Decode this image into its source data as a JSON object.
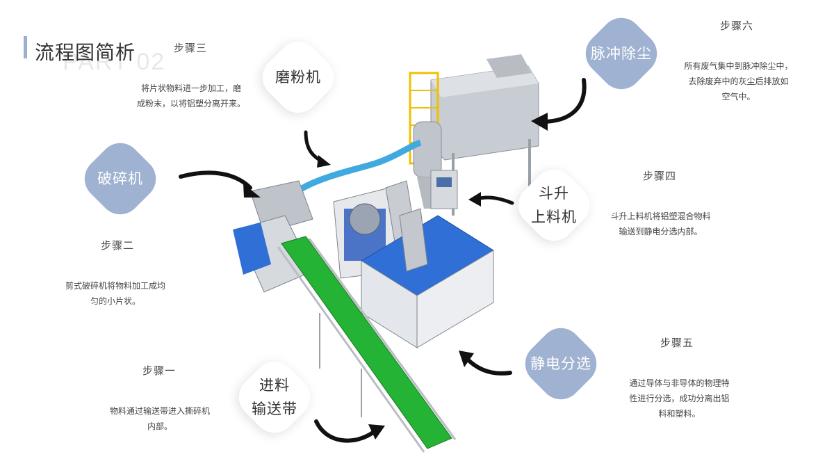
{
  "header": {
    "title": "流程图简析",
    "subtitle": "PART 02"
  },
  "steps": [
    {
      "title": "步骤一",
      "badge": "进料\n输送带",
      "desc": [
        "物料通过输送带进入撕碎机",
        "内部。"
      ]
    },
    {
      "title": "步骤二",
      "badge": "破碎机",
      "desc": [
        "剪式破碎机将物料加工成均",
        "匀的小片状。"
      ]
    },
    {
      "title": "步骤三",
      "badge": "磨粉机",
      "desc": [
        "将片状物料进一步加工，磨",
        "成粉末，以将铝塑分离开来。"
      ]
    },
    {
      "title": "步骤四",
      "badge": "斗升\n上料机",
      "desc": [
        "斗升上料机将铝塑混合物料",
        "输送到静电分选内部。"
      ]
    },
    {
      "title": "步骤五",
      "badge": "静电分选",
      "desc": [
        "通过导体与非导体的物理特",
        "性进行分选，成功分离出铝",
        "料和塑料。"
      ]
    },
    {
      "title": "步骤六",
      "badge": "脉冲除尘",
      "desc": [
        "所有废气集中到脉冲除尘中，",
        "去除废弃中的灰尘后排放如",
        "空气中。"
      ]
    }
  ],
  "colors": {
    "badge_blue": "#9fb2d1",
    "conveyor_green": "#22aa33",
    "machine_blue": "#2f6fd6",
    "arrow": "#111111"
  }
}
